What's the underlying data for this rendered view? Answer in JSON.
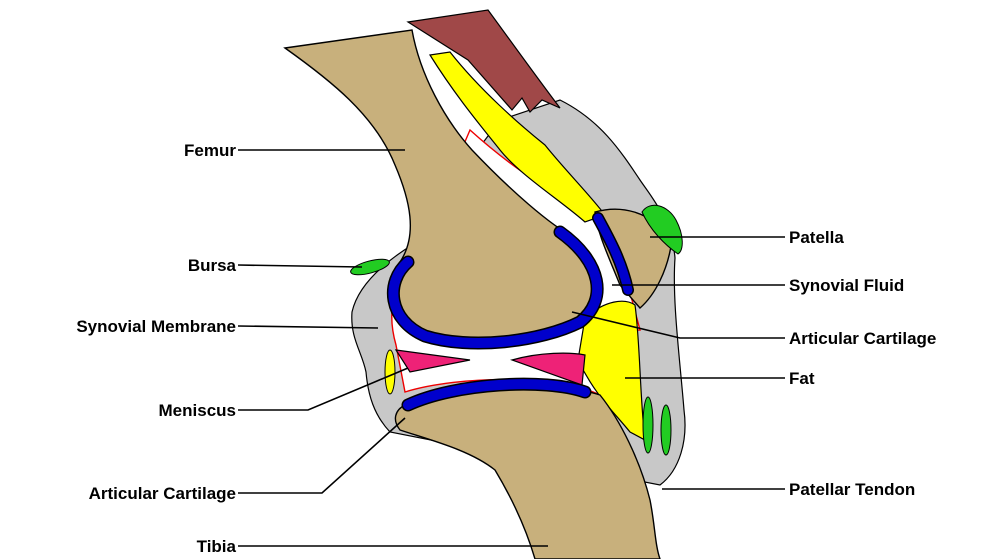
{
  "labels": {
    "femur": "Femur",
    "bursa": "Bursa",
    "synovial_membrane": "Synovial Membrane",
    "meniscus": "Meniscus",
    "articular_cartilage_lower": "Articular Cartilage",
    "tibia": "Tibia",
    "patella": "Patella",
    "synovial_fluid": "Synovial Fluid",
    "articular_cartilage_right": "Articular Cartilage",
    "fat": "Fat",
    "patellar_tendon": "Patellar Tendon"
  },
  "colors": {
    "bone": "#c8b07c",
    "muscle": "#a04848",
    "capsule": "#c8c8c8",
    "fat": "#ffff00",
    "cartilage": "#0000cc",
    "meniscus": "#ee2277",
    "bursa": "#22cc22",
    "membrane": "#ee0000",
    "outline": "#000000"
  }
}
